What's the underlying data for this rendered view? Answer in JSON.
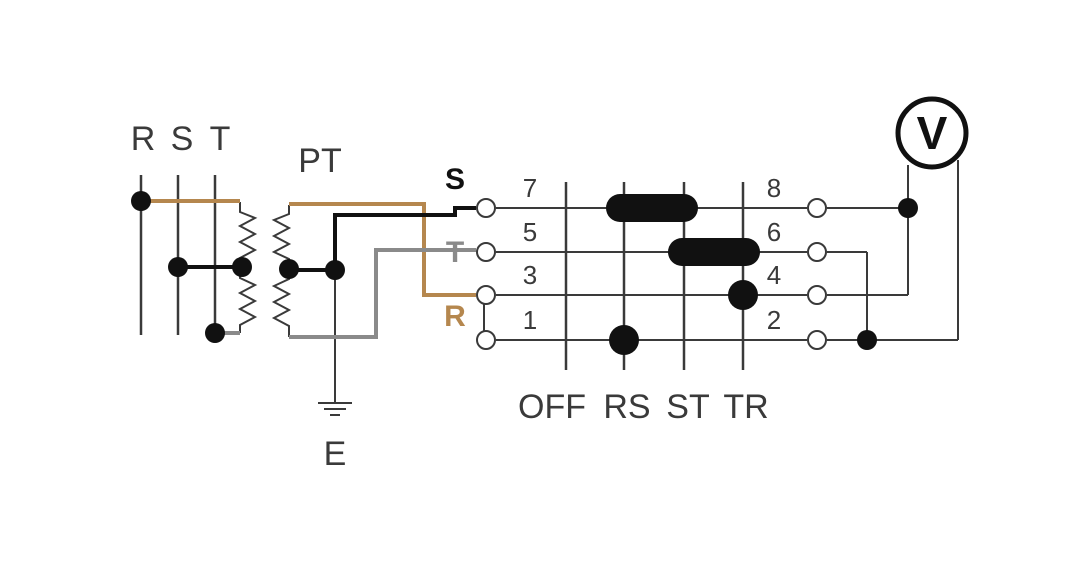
{
  "colors": {
    "line": "#3a3a3a",
    "black": "#111111",
    "brown": "#b5874e",
    "gray": "#8a8a8a",
    "bg": "#ffffff"
  },
  "diagram": {
    "bus_labels": [
      "R",
      "S",
      "T"
    ],
    "transformer_label": "PT",
    "earth_label": "E",
    "phase_labels": {
      "s": "S",
      "t": "T",
      "r": "R"
    },
    "left_terminals": [
      "7",
      "5",
      "3",
      "1"
    ],
    "right_terminals": [
      "8",
      "6",
      "4",
      "2"
    ],
    "switch_positions": [
      "OFF",
      "RS",
      "ST",
      "TR"
    ],
    "meter_label": "V"
  }
}
